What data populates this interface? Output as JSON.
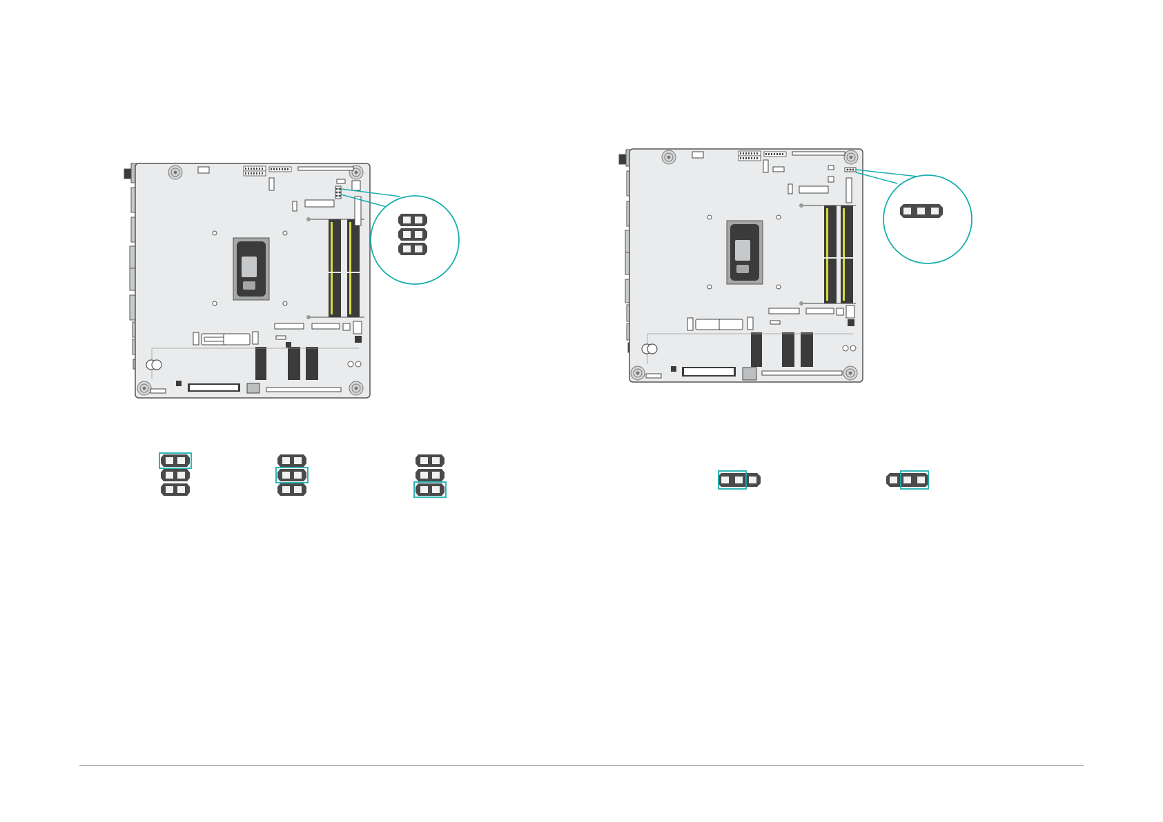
{
  "colors": {
    "board": "#eaebec",
    "board_stroke": "#555555",
    "pin_header": "#4a4a4a",
    "pin_pad": "#f1f1f1",
    "highlight": "#16aeae",
    "dimm_accent": "#d9dc3a",
    "dark_part": "#3b3b3b",
    "footer_rule": "#8a8a8a"
  },
  "figures": [
    {
      "name": "left-board",
      "header": "2x3-vertical",
      "zoom": "2x3-vertical"
    },
    {
      "name": "right-board",
      "header": "1x3-horizontal",
      "zoom": "1x3-horizontal"
    }
  ],
  "settings_left": [
    {
      "name": "setting-1",
      "highlight_rows": [
        0
      ]
    },
    {
      "name": "setting-2",
      "highlight_rows": [
        1
      ]
    },
    {
      "name": "setting-3",
      "highlight_rows": [
        2
      ]
    }
  ],
  "settings_right": [
    {
      "name": "setting-a",
      "highlight_pins": [
        0,
        1
      ]
    },
    {
      "name": "setting-b",
      "highlight_pins": [
        1,
        2
      ]
    }
  ]
}
